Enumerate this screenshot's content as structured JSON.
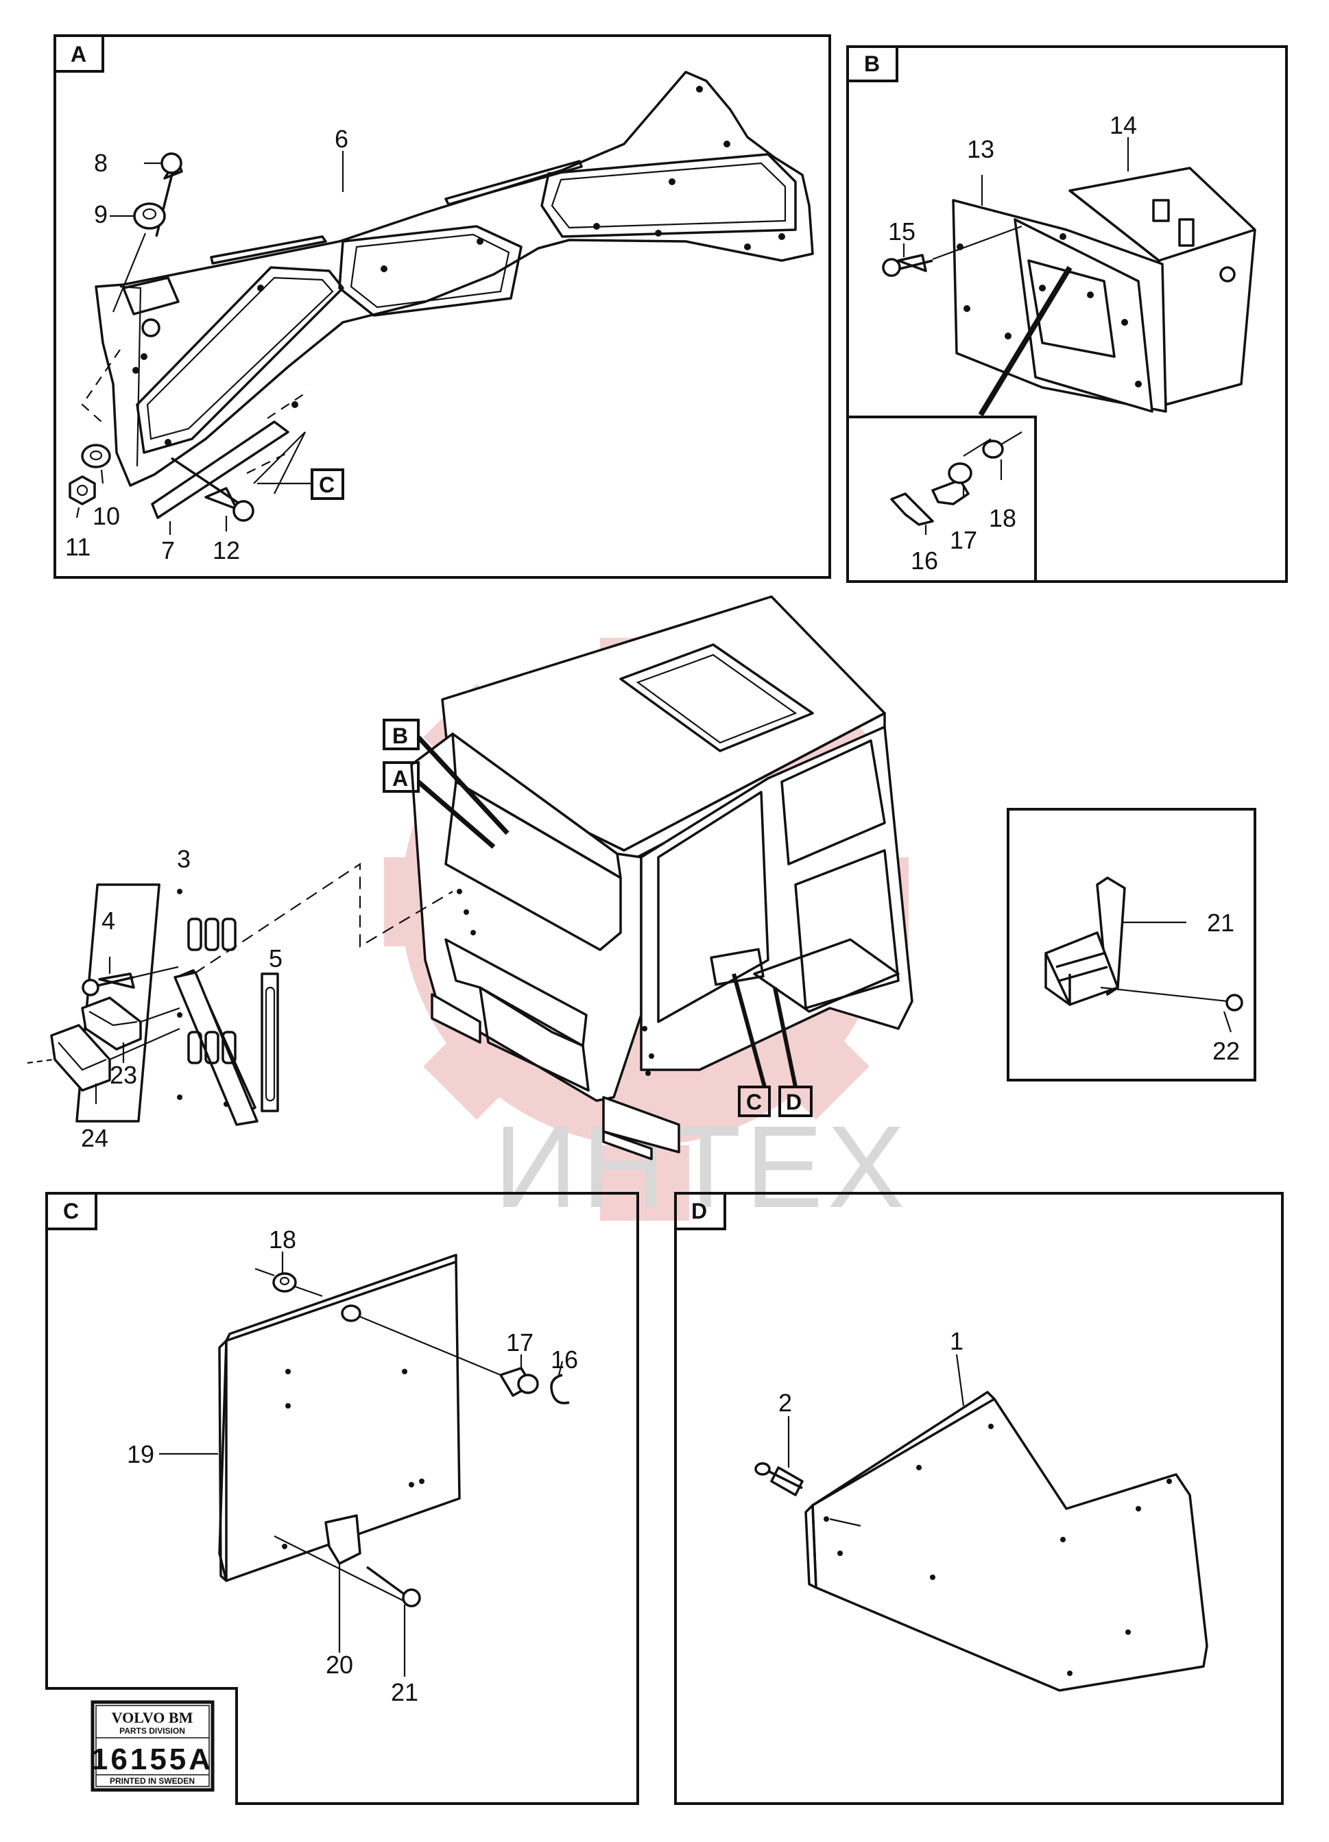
{
  "detail_tags": {
    "A": "A",
    "B": "B",
    "C": "C",
    "D": "D"
  },
  "part_numbers": {
    "p1": "1",
    "p2": "2",
    "p3": "3",
    "p4": "4",
    "p5": "5",
    "p6": "6",
    "p7": "7",
    "p8": "8",
    "p9": "9",
    "p10": "10",
    "p11": "11",
    "p12": "12",
    "p13": "13",
    "p14": "14",
    "p15": "15",
    "p16": "16",
    "p17": "17",
    "p18": "18",
    "p19": "19",
    "p20": "20",
    "p21": "21",
    "p22": "22",
    "p23": "23",
    "p24": "24"
  },
  "watermark": {
    "text": "ИНТЕХ",
    "gear_color": "#f3c9c9"
  },
  "stamp": {
    "brand": "VOLVO BM",
    "division": "PARTS DIVISION",
    "code": "16155A",
    "printed": "PRINTED IN SWEDEN"
  },
  "colors": {
    "ink": "#111111",
    "watermark_gear": "#f3c9c9",
    "watermark_text": "#d8d8d8"
  }
}
